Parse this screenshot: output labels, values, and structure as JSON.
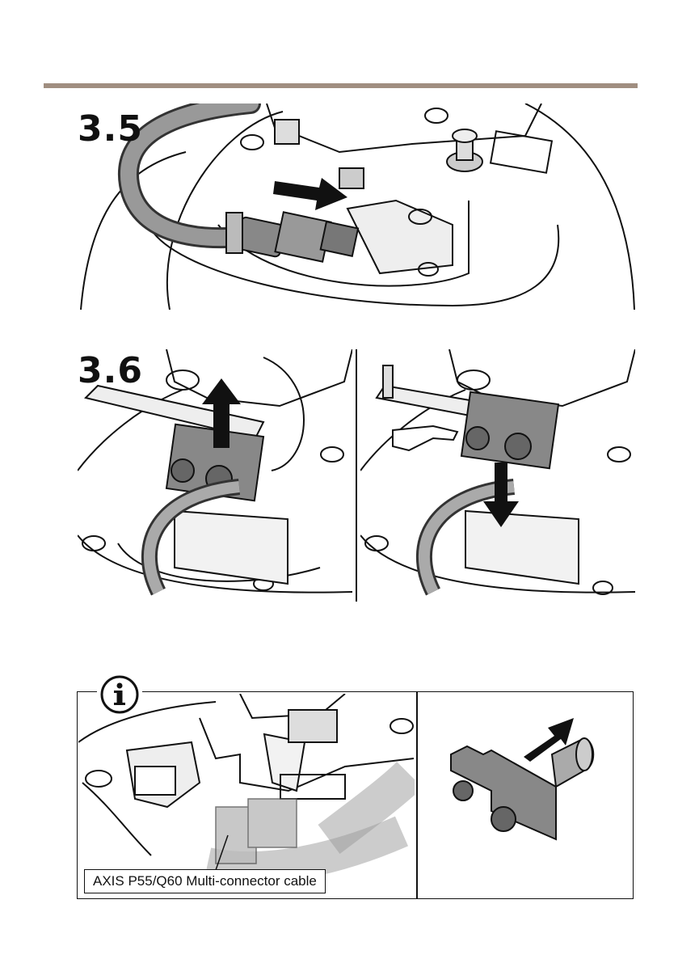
{
  "page": {
    "rule_color": "#a08e80",
    "step_a": "3.5",
    "step_b": "3.6",
    "info_icon": "info-icon",
    "cable_label": "AXIS P55/Q60 Multi-connector cable"
  }
}
